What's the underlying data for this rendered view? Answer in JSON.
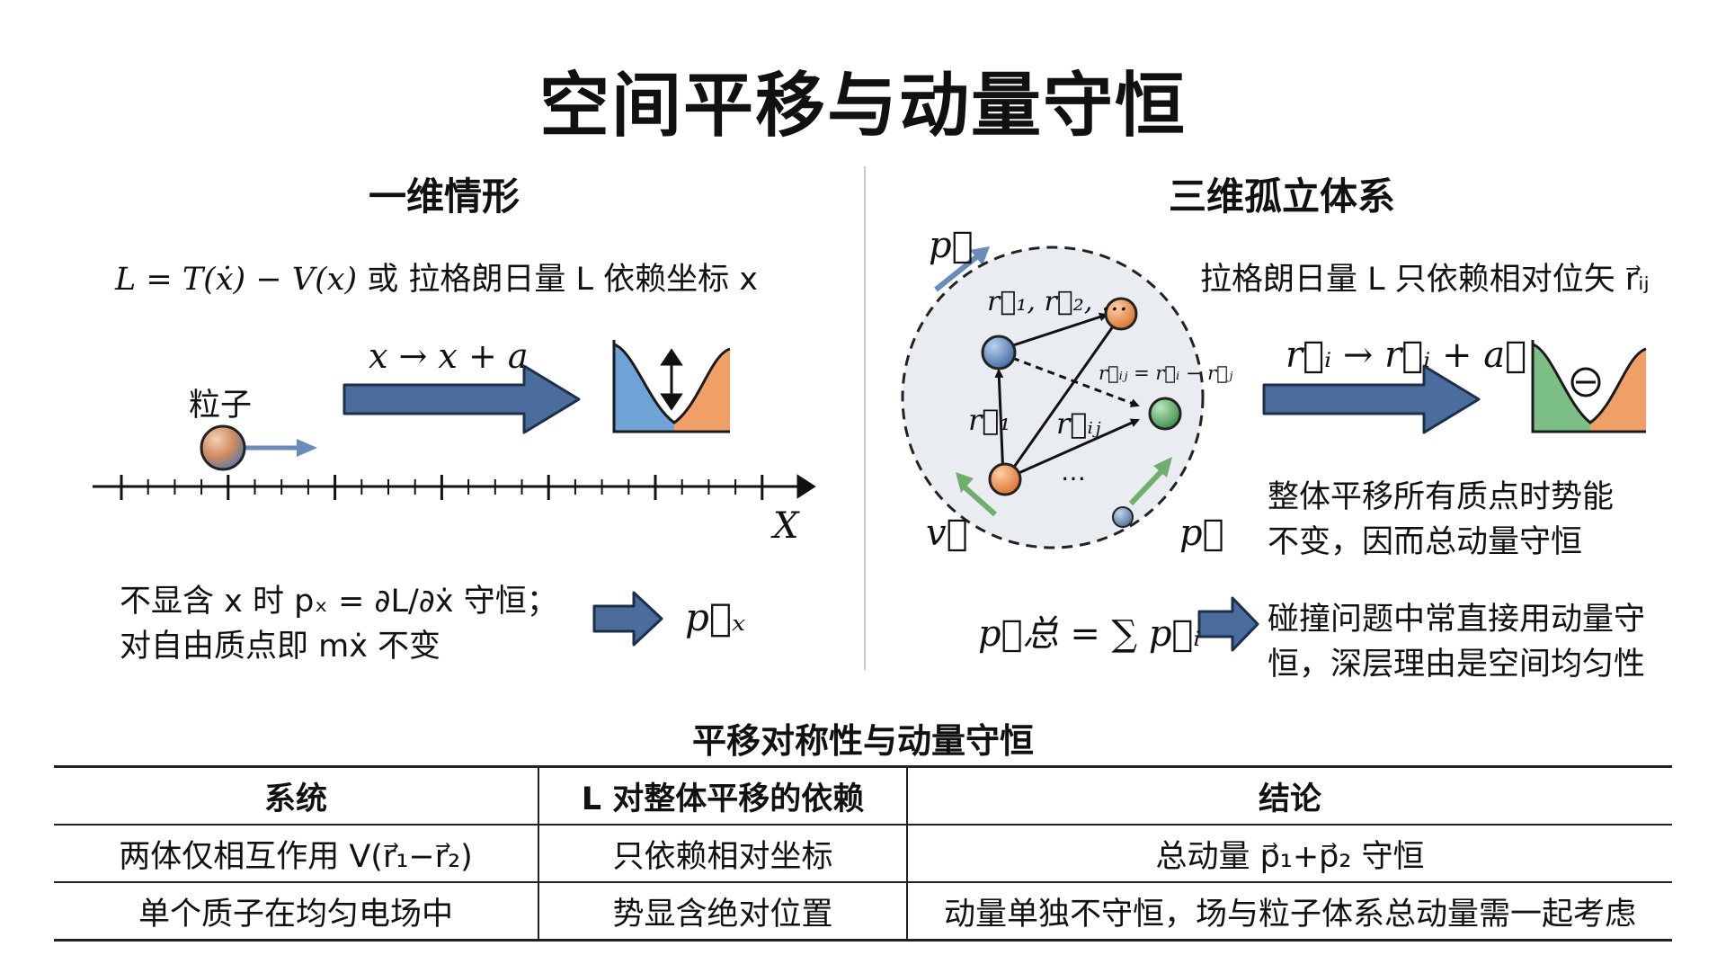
{
  "title": "空间平移与动量守恒",
  "left": {
    "heading": "一维情形",
    "lagrangian_math": "L = T(ẋ) − V(x)",
    "lagrangian_text": "或 拉格朗日量 L 依赖坐标 x",
    "shift_label": "x → x + a",
    "particle_label": "粒子",
    "axis_label": "X",
    "conclusion_line1": "不显含 x 时 pₓ = ∂L/∂ẋ 守恒；",
    "conclusion_line2": "对自由质点即 mẋ 不变",
    "result_label": "p⃗ₓ"
  },
  "right": {
    "heading": "三维孤立体系",
    "p_top_label": "p⃗",
    "lagrangian_text": "拉格朗日量 L 只依赖相对位矢 r⃗ᵢⱼ",
    "points_label": "r⃗₁, r⃗₂, …",
    "rel_label": "r⃗ᵢⱼ = r⃗ᵢ − r⃗ⱼ",
    "r1_label": "r⃗₁",
    "rij_label": "r⃗ᵢⱼ",
    "dots_label": "…",
    "v_label": "v⃗",
    "p_bottom_label": "p⃗",
    "shift_label": "r⃗ᵢ → r⃗ᵢ + a⃗",
    "translate_line1": "整体平移所有质点时势能",
    "translate_line2": "不变，因而总动量守恒",
    "sum_formula": "p⃗总 = ∑ p⃗ᵢ",
    "collision_line1": "碰撞问题中常直接用动量守",
    "collision_line2": "恒，深层理由是空间均匀性"
  },
  "table": {
    "title": "平移对称性与动量守恒",
    "headers": [
      "系统",
      "L 对整体平移的依赖",
      "结论"
    ],
    "rows": [
      [
        "两体仅相互作用  V(r⃗₁−r⃗₂)",
        "只依赖相对坐标",
        "总动量 p⃗₁+p⃗₂ 守恒"
      ],
      [
        "单个质子在均匀电场中",
        "势显含绝对位置",
        "动量单独不守恒，场与粒子体系总动量需一起考虑"
      ]
    ]
  },
  "colors": {
    "arrow_fill": "#4a6d9e",
    "arrow_stroke": "#1e2f4a",
    "well_blue": "#6fa3d6",
    "well_orange": "#f0a066",
    "well_green": "#7cbf86",
    "ball_blue": "#5b86bf",
    "ball_orange": "#ee8a45",
    "ball_green": "#4fa05a",
    "circle_fill": "#e9ecf1"
  },
  "icons": [
    "right-arrow-icon",
    "double-arrow-icon",
    "minus-circle-icon"
  ]
}
